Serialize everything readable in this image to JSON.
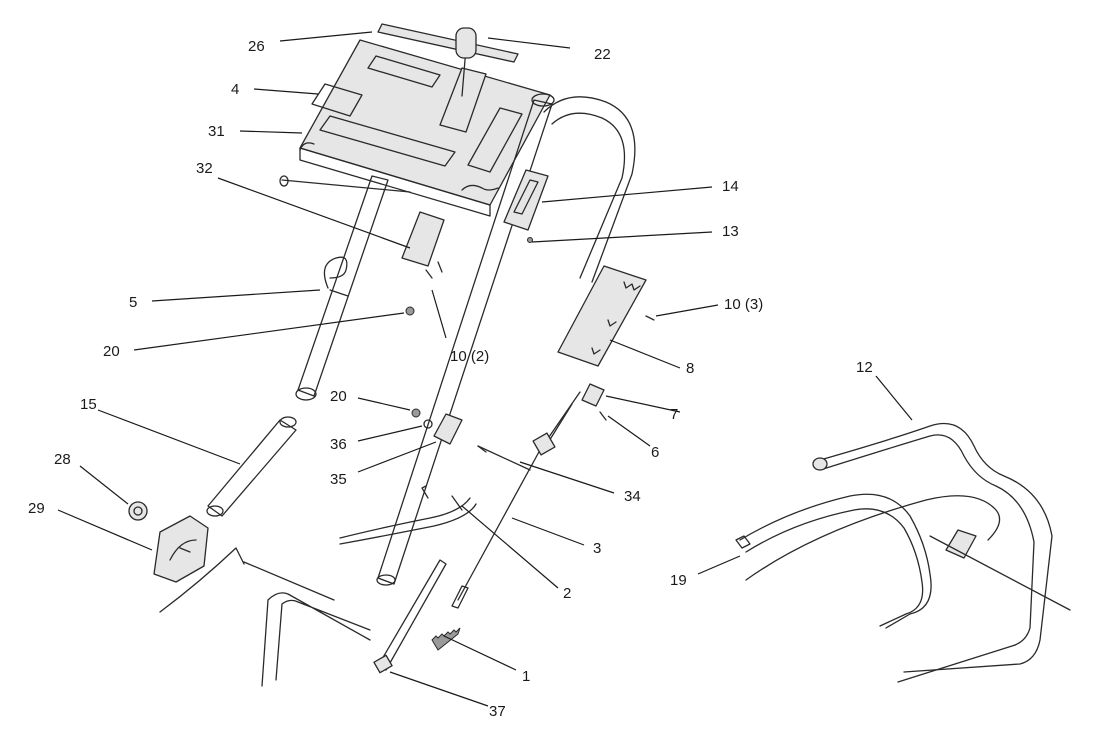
{
  "callouts": [
    {
      "id": "c26",
      "text": "26"
    },
    {
      "id": "c22",
      "text": "22"
    },
    {
      "id": "c4",
      "text": "4"
    },
    {
      "id": "c31",
      "text": "31"
    },
    {
      "id": "c32",
      "text": "32"
    },
    {
      "id": "c14",
      "text": "14"
    },
    {
      "id": "c13",
      "text": "13"
    },
    {
      "id": "c5",
      "text": "5"
    },
    {
      "id": "c10b",
      "text": "10 (3)"
    },
    {
      "id": "c20a",
      "text": "20"
    },
    {
      "id": "c10a",
      "text": "10 (2)"
    },
    {
      "id": "c12",
      "text": "12"
    },
    {
      "id": "c8",
      "text": "8"
    },
    {
      "id": "c15",
      "text": "15"
    },
    {
      "id": "c20b",
      "text": "20"
    },
    {
      "id": "c7",
      "text": "7"
    },
    {
      "id": "c36",
      "text": "36"
    },
    {
      "id": "c28",
      "text": "28"
    },
    {
      "id": "c6",
      "text": "6"
    },
    {
      "id": "c35",
      "text": "35"
    },
    {
      "id": "c34",
      "text": "34"
    },
    {
      "id": "c29",
      "text": "29"
    },
    {
      "id": "c3",
      "text": "3"
    },
    {
      "id": "c19",
      "text": "19"
    },
    {
      "id": "c2",
      "text": "2"
    },
    {
      "id": "c1",
      "text": "1"
    },
    {
      "id": "c37",
      "text": "37"
    }
  ]
}
